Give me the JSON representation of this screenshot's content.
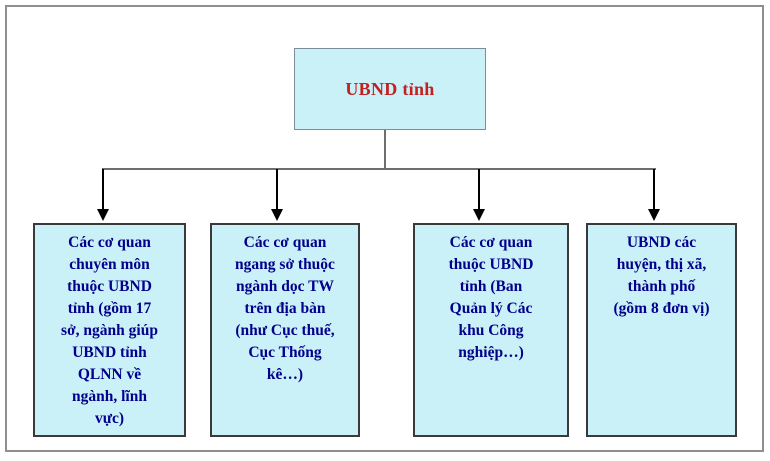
{
  "diagram": {
    "root": {
      "label": "UBND tỉnh"
    },
    "children": [
      {
        "label": "Các cơ quan\nchuyên môn\nthuộc UBND\ntỉnh (gồm 17\nsở, ngành giúp\nUBND tỉnh\nQLNN về\nngành, lĩnh\nvực)"
      },
      {
        "label": "Các cơ quan\nngang sở thuộc\nngành dọc TW\ntrên địa bàn\n(như Cục thuế,\nCục Thống\nkê…)"
      },
      {
        "label": "Các cơ quan\nthuộc UBND\ntỉnh (Ban\nQuản lý Các\nkhu Công\nnghiệp…)"
      },
      {
        "label": "UBND các\nhuyện, thị xã,\nthành phố\n(gồm 8 đơn vị)"
      }
    ],
    "colors": {
      "box_fill": "#CAF0F8",
      "root_text": "#C32020",
      "child_text": "#00008B",
      "connector_line": "#6E6E6E",
      "arrow": "#000000",
      "frame_border": "#8F8F8F"
    }
  }
}
